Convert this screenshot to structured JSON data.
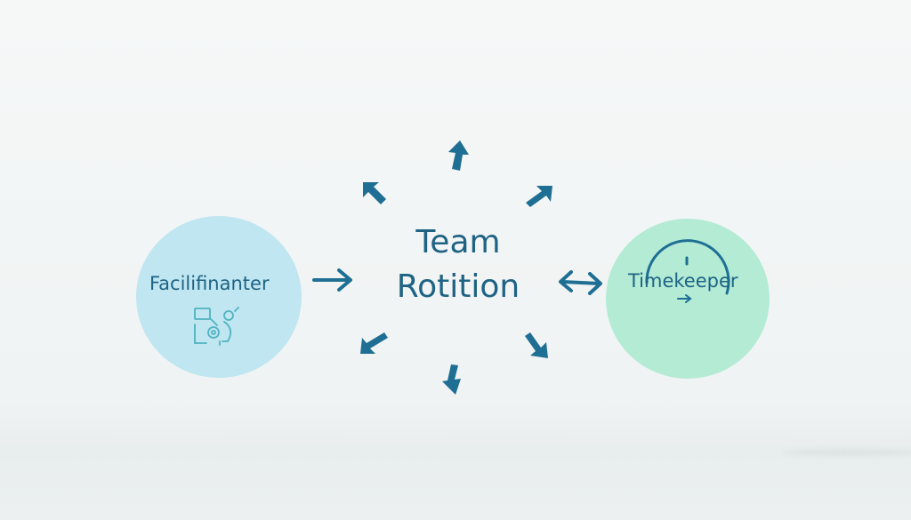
{
  "diagram": {
    "center": {
      "line1": "Team",
      "line2": "Rotition"
    },
    "nodes": [
      {
        "id": "facilitator",
        "label": "Facilifinanter",
        "icon": "tools-icon",
        "color": "#bfe6f1"
      },
      {
        "id": "timekeeper",
        "label": "Timekeeper",
        "icon": "clock-icon",
        "color": "#b3ebd5"
      }
    ],
    "colors": {
      "accent": "#1f6384",
      "arrow": "#1e6f93",
      "background": "#f3f6f6"
    }
  }
}
